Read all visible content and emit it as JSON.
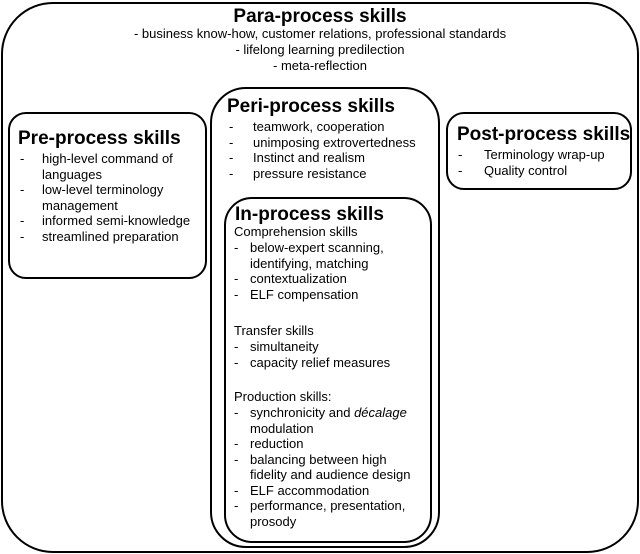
{
  "para": {
    "title": "Para-process skills",
    "items": [
      "- business know-how, customer relations, professional standards",
      "- lifelong learning predilection",
      "- meta-reflection"
    ]
  },
  "pre": {
    "title": "Pre-process skills",
    "items": [
      "high-level command of languages",
      "low-level terminology management",
      "informed semi-knowledge",
      "streamlined preparation"
    ]
  },
  "peri": {
    "title": "Peri-process skills",
    "items": [
      "teamwork, cooperation",
      "unimposing extrovertedness",
      "Instinct and realism",
      "pressure resistance"
    ]
  },
  "post": {
    "title": "Post-process skills",
    "items": [
      "Terminology wrap-up",
      "Quality control"
    ]
  },
  "inprocess": {
    "title": "In-process skills",
    "comprehension": {
      "label": "Comprehension skills",
      "items": [
        "below-expert scanning, identifying, matching",
        "contextualization",
        "ELF compensation"
      ]
    },
    "transfer": {
      "label": "Transfer skills",
      "items": [
        "simultaneity",
        "capacity relief measures"
      ]
    },
    "production": {
      "label": "Production skills:",
      "items": [
        "synchronicity and décalage modulation",
        "reduction",
        "balancing between high fidelity and audience design",
        "ELF accommodation",
        "performance, presentation, prosody"
      ]
    }
  }
}
